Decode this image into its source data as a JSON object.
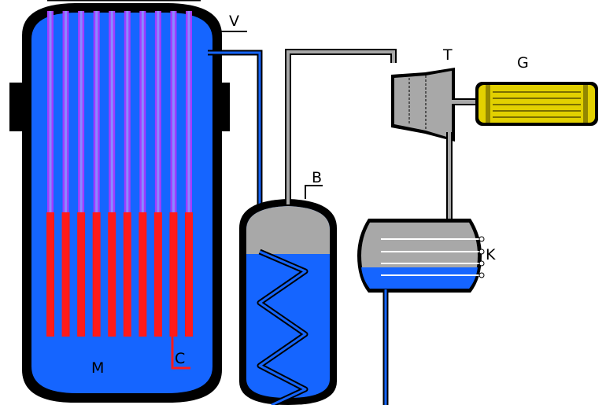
{
  "labels": {
    "reactor": "M",
    "control_rod": "C",
    "valve": "V",
    "boiler": "B",
    "turbine": "T",
    "generator": "G",
    "condenser": "K"
  },
  "colors": {
    "coolant": "#1565ff",
    "vessel": "#000000",
    "fuel_rod_upper": "#a23cff",
    "fuel_rod_core": "#ff1a1a",
    "steam": "#a8a8a8",
    "generator": "#e2d000",
    "background": "#ffffff"
  },
  "reactor": {
    "rod_count": 10
  }
}
